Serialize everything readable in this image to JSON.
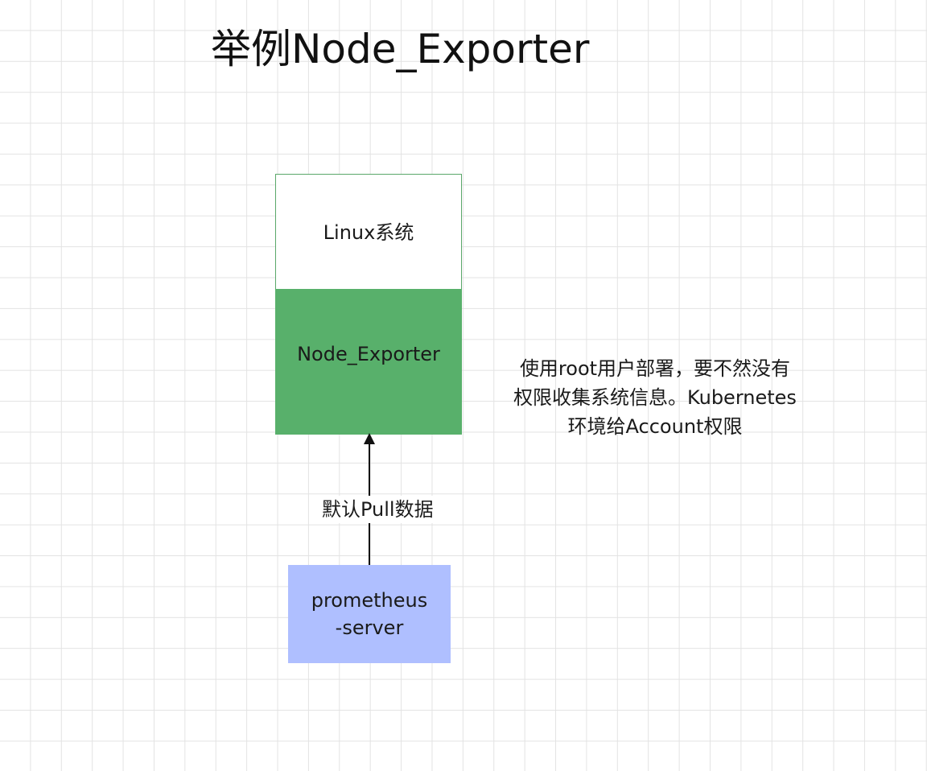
{
  "title": "举例Node_Exporter",
  "nodes": {
    "linux": {
      "label": "Linux系统"
    },
    "exporter": {
      "label": "Node_Exporter"
    },
    "prometheus": {
      "lines": [
        "prometheus",
        "-server"
      ]
    }
  },
  "edge": {
    "label": "默认Pull数据"
  },
  "note": {
    "lines": [
      "使用root用户部署，要不然没有",
      "权限收集系统信息。Kubernetes",
      "环境给Account权限"
    ]
  },
  "colors": {
    "exporter_fill": "#58b06b",
    "prometheus_fill": "#afbfff",
    "linux_border": "#5aa76a",
    "grid": "#e3e3e3"
  }
}
